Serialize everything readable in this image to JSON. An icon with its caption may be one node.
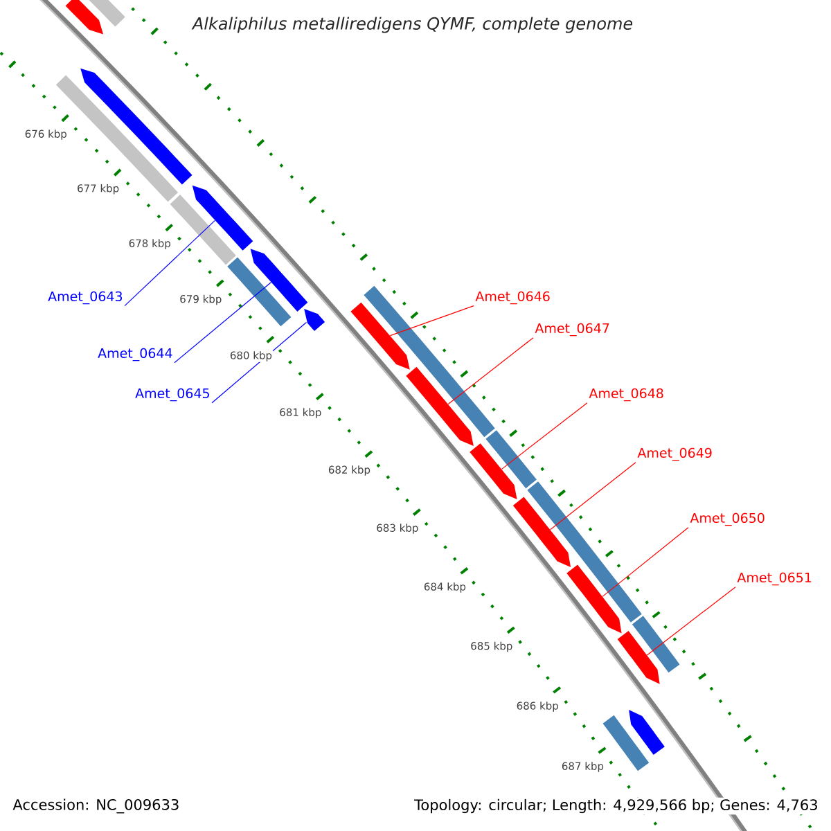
{
  "diagram": {
    "title": "Alkaliphilus metalliredigens QYMF, complete genome",
    "nodes": [
      {
        "text": [
          "Amet_0643"
        ]
      },
      {
        "text": [
          "Amet_0644"
        ]
      },
      {
        "text": [
          "Amet_0645"
        ]
      },
      {
        "text": [
          "Amet_0646"
        ]
      },
      {
        "text": [
          "Amet_0647"
        ]
      },
      {
        "text": [
          "Amet_0648"
        ]
      },
      {
        "text": [
          "Amet_0649"
        ]
      },
      {
        "text": [
          "Amet_0650"
        ]
      },
      {
        "text": [
          "Amet_0651"
        ]
      },
      {
        "text": [],
        "shape": "pentagon"
      },
      {
        "text": [],
        "shape": "box"
      },
      {
        "text": [],
        "shape": "box"
      },
      {
        "text": [],
        "shape": "pentagon"
      },
      {
        "text": [],
        "shape": "box"
      },
      {
        "text": [],
        "shape": "pentagon"
      },
      {
        "text": [],
        "shape": "box"
      },
      {
        "text": [],
        "shape": "pentagon"
      },
      {
        "text": [],
        "shape": "pentagon"
      },
      {
        "text": [],
        "shape": "box"
      },
      {
        "text": [],
        "shape": "pentagon"
      },
      {
        "text": [],
        "shape": "pentagon"
      },
      {
        "text": [],
        "shape": "box"
      },
      {
        "text": [],
        "shape": "pentagon"
      },
      {
        "text": [],
        "shape": "box"
      },
      {
        "text": [],
        "shape": "pentagon"
      },
      {
        "text": [],
        "shape": "pentagon"
      },
      {
        "text": [],
        "shape": "box"
      },
      {
        "text": [],
        "shape": "pentagon"
      },
      {
        "text": [],
        "shape": "box"
      },
      {
        "text": [],
        "shape": "pentagon"
      }
    ],
    "edges": [
      {
        "from": 0,
        "to": 14,
        "arrow": "none",
        "color": "#0000ff"
      },
      {
        "from": 1,
        "to": 16,
        "arrow": "none",
        "color": "#0000ff"
      },
      {
        "from": 2,
        "to": 17,
        "arrow": "none",
        "color": "#0000ff"
      },
      {
        "from": 3,
        "to": 19,
        "arrow": "none"
      },
      {
        "from": 4,
        "to": 20,
        "arrow": "none"
      },
      {
        "from": 5,
        "to": 22,
        "arrow": "none"
      },
      {
        "from": 6,
        "to": 24,
        "arrow": "none"
      },
      {
        "from": 7,
        "to": 25,
        "arrow": "none"
      },
      {
        "from": 8,
        "to": 27,
        "arrow": "none"
      }
    ],
    "labels": [
      "676 kbp",
      "677 kbp",
      "678 kbp",
      "679 kbp",
      "680 kbp",
      "681 kbp",
      "682 kbp",
      "683 kbp",
      "684 kbp",
      "685 kbp",
      "686 kbp",
      "687 kbp",
      "Accession: NC_009633",
      "Topology: circular; Length: 4,929,566 bp; Genes: 4,763"
    ]
  }
}
